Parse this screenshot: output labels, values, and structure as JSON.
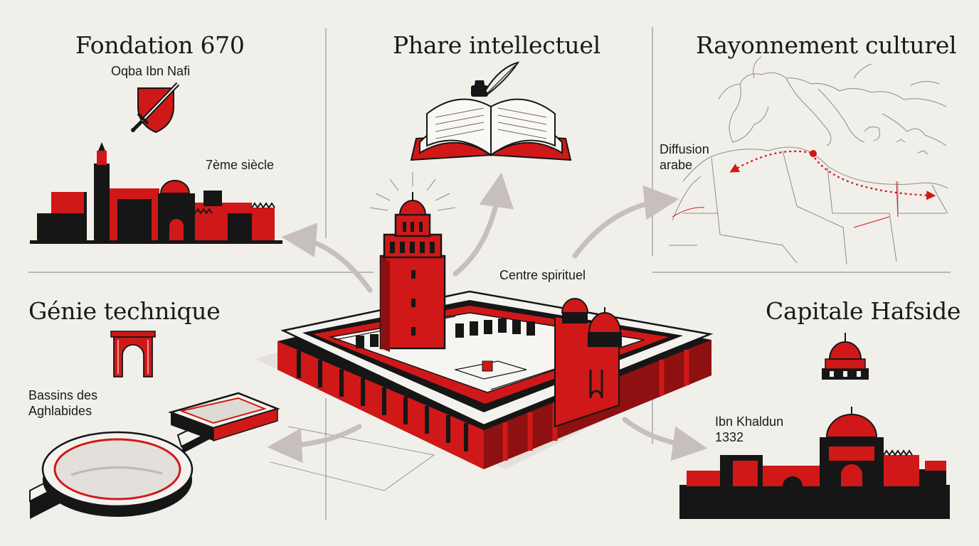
{
  "colors": {
    "background": "#f1efea",
    "red": "#d01818",
    "dark_red": "#8e1010",
    "black": "#161616",
    "divider": "#9a9690",
    "arrow": "#c7bfbf"
  },
  "icons": {
    "foundation": "shield-sword-icon",
    "intellect": "book-quill-icon",
    "culture": "map-icon",
    "technique": "arch-icon",
    "hafside": "dome-icon",
    "center": "great-mosque-illustration"
  },
  "panels": {
    "fondation": {
      "title": "Fondation 670",
      "subtitle": "Oqba Ibn Nafi",
      "note": "7ème siècle"
    },
    "phare": {
      "title": "Phare intellectuel"
    },
    "rayonnement": {
      "title": "Rayonnement culturel",
      "note_line1": "Diffusion",
      "note_line2": "arabe"
    },
    "genie": {
      "title": "Génie technique",
      "note_line1": "Bassins des",
      "note_line2": "Aghlabides"
    },
    "hafside": {
      "title": "Capitale Hafside",
      "note_line1": "Ibn Khaldun",
      "note_line2": "1332"
    },
    "centre": {
      "label": "Centre spirituel"
    }
  }
}
